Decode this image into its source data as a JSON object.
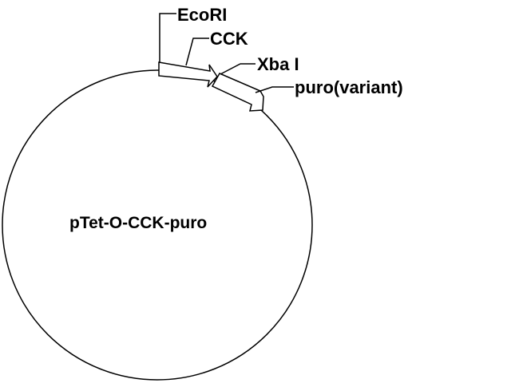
{
  "plasmid": {
    "name": "pTet-O-CCK-puro"
  },
  "labels": {
    "ecori": "EcoRI",
    "cck": "CCK",
    "xba": "Xba I",
    "puro": "puro(variant)"
  },
  "colors": {
    "stroke": "#000000",
    "background": "#ffffff"
  }
}
